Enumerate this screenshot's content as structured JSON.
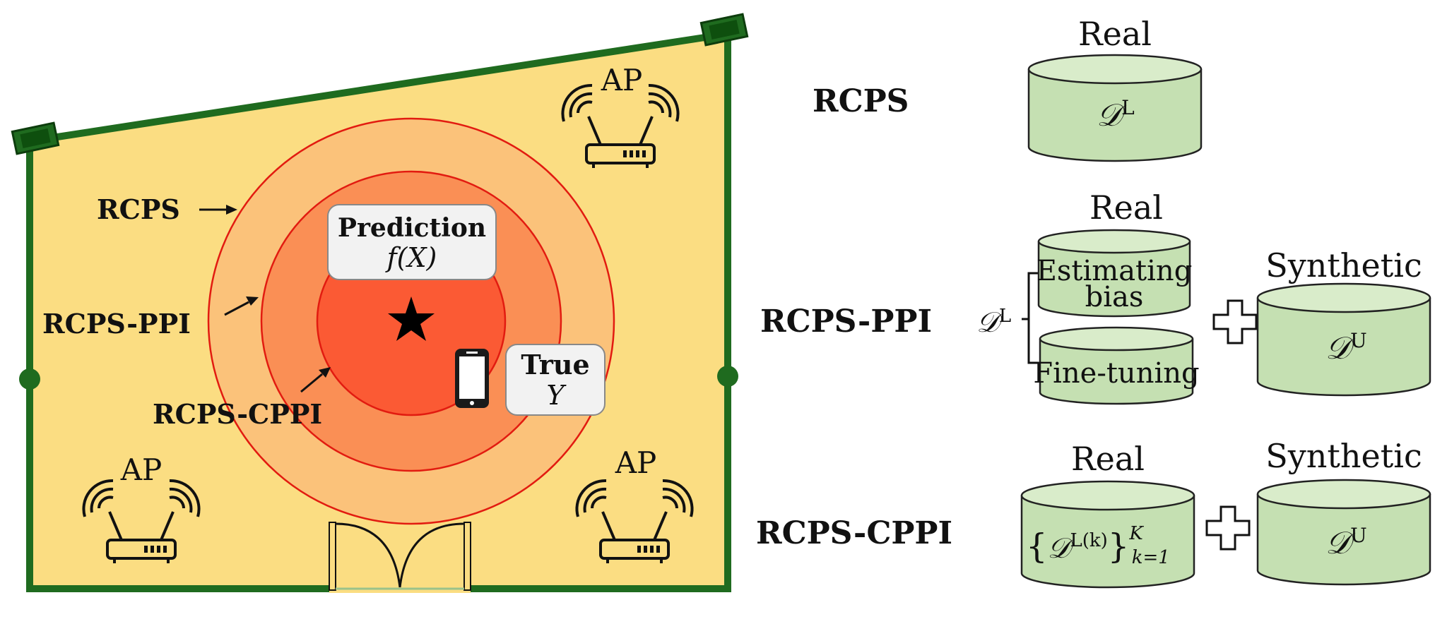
{
  "floorplan": {
    "ap_label": "AP",
    "region_labels": {
      "rcps": "RCPS",
      "rcps_ppi": "RCPS-PPI",
      "rcps_cppi": "RCPS-CPPI"
    },
    "prediction": {
      "title": "Prediction",
      "expr": "f(X)"
    },
    "true_box": {
      "title": "True",
      "expr": "Y"
    },
    "colors": {
      "floor": "#fbdd82",
      "wall": "#1f6b1f",
      "outer_ring": "#fbc27a",
      "middle_ring": "#fa8f55",
      "inner_ring": "#fb5a34",
      "ring_stroke": "#e21b10"
    }
  },
  "methods": [
    {
      "name": "RCPS"
    },
    {
      "name": "RCPS-PPI"
    },
    {
      "name": "RCPS-CPPI"
    }
  ],
  "datasets": {
    "real_label": "Real",
    "synthetic_label": "Synthetic",
    "plus": "+",
    "dl_sym": "𝒟",
    "dl_sup": "L",
    "du_sup": "U",
    "estimating_bias_1": "Estimating",
    "estimating_bias_2": "bias",
    "fine_tuning": "Fine-tuning",
    "cppi_open": "{",
    "cppi_dl": "𝒟",
    "cppi_sup": "L(k)",
    "cppi_close": "}",
    "cppi_super_k": "K",
    "cppi_sub": "k=1",
    "colors": {
      "cylinder_fill": "#c5e0b2",
      "cylinder_top": "#d9ecca",
      "stroke": "#222222"
    }
  }
}
